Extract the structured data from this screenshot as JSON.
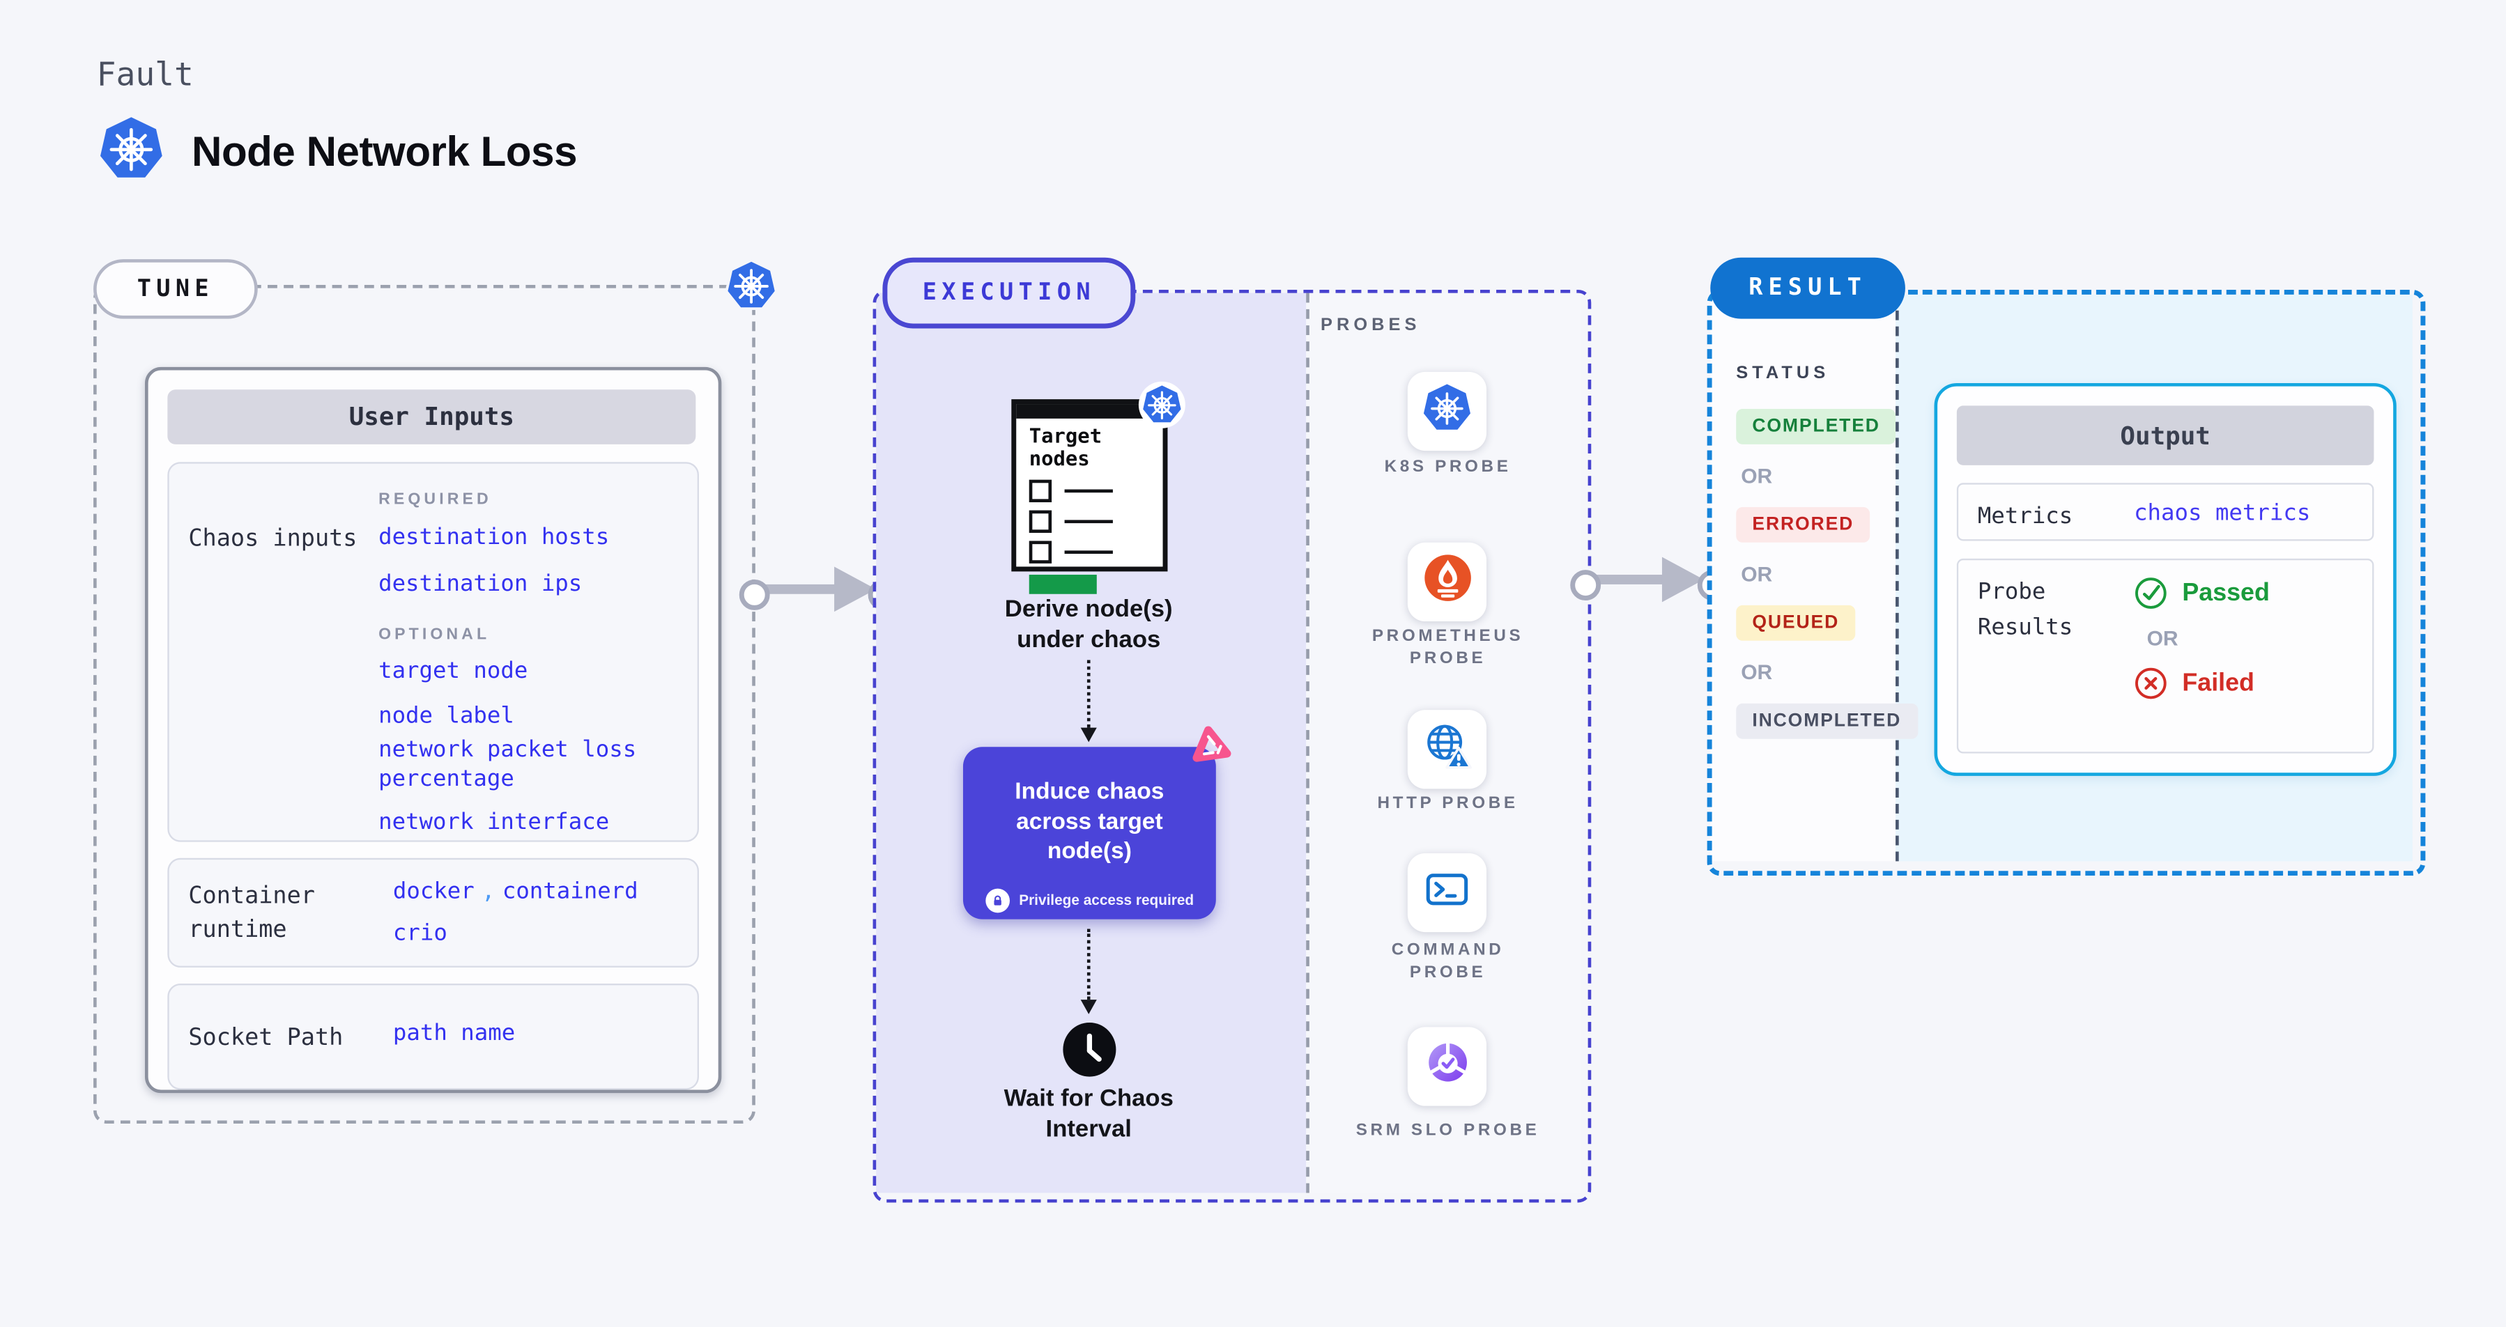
{
  "header": {
    "eyebrow": "Fault",
    "title": "Node Network Loss"
  },
  "tune": {
    "pill": "TUNE",
    "panel_title": "User Inputs",
    "chaos": {
      "label": "Chaos inputs",
      "required_tag": "REQUIRED",
      "required": [
        "destination hosts",
        "destination ips"
      ],
      "optional_tag": "OPTIONAL",
      "optional": [
        "target node",
        "node label",
        "network packet loss percentage",
        "network interface"
      ]
    },
    "runtime": {
      "label": "Container runtime",
      "value1": "docker",
      "separator": ",",
      "value2": "containerd",
      "value3": "crio"
    },
    "socket": {
      "label": "Socket Path",
      "value": "path name"
    }
  },
  "execution": {
    "pill": "EXECUTION",
    "doc_title": "Target nodes",
    "derive_caption": "Derive node(s) under chaos",
    "induce_caption": "Induce chaos across target node(s)",
    "privilege_note": "Privilege access required",
    "wait_caption": "Wait for Chaos Interval",
    "probes_title": "PROBES",
    "probes": [
      {
        "icon": "k8s-probe-icon",
        "label": "K8S PROBE"
      },
      {
        "icon": "prometheus-probe-icon",
        "label": "PROMETHEUS PROBE"
      },
      {
        "icon": "http-probe-icon",
        "label": "HTTP PROBE"
      },
      {
        "icon": "command-probe-icon",
        "label": "COMMAND PROBE"
      },
      {
        "icon": "srm-slo-probe-icon",
        "label": "SRM SLO PROBE"
      }
    ]
  },
  "result": {
    "pill": "RESULT",
    "status_title": "STATUS",
    "or_label": "OR",
    "badges": [
      {
        "label": "COMPLETED",
        "color": "#15803b",
        "bg": "#daf2dc"
      },
      {
        "label": "ERRORED",
        "color": "#c32222",
        "bg": "#fce9e9"
      },
      {
        "label": "QUEUED",
        "color": "#b32318",
        "bg": "#fdf2ca"
      },
      {
        "label": "INCOMPLETED",
        "color": "#494f62",
        "bg": "#eaebf2"
      }
    ],
    "output": {
      "title": "Output",
      "metrics_label": "Metrics",
      "metrics_value": "chaos metrics",
      "probe_results_label": "Probe Results",
      "passed_label": "Passed",
      "or_label": "OR",
      "failed_label": "Failed"
    }
  },
  "colors": {
    "page_bg": "#f5f6fa",
    "tune_dash": "#9ba1ae",
    "execution_accent": "#4742cf",
    "execution_fill": "#e4e4f9",
    "result_dash": "#1584da",
    "result_pill_bg": "#1173d0",
    "output_border": "#14a7e0",
    "output_fill": "#e8f5fd",
    "link_blue": "#3331f0",
    "purple_box": "#4b44d9",
    "k8s_blue": "#326de6",
    "prometheus_orange": "#e75225",
    "litmus_pink": "#f7558e",
    "success_green": "#1a9b3c",
    "error_red": "#d22d26",
    "arrow_gray": "#b6b9c8"
  }
}
